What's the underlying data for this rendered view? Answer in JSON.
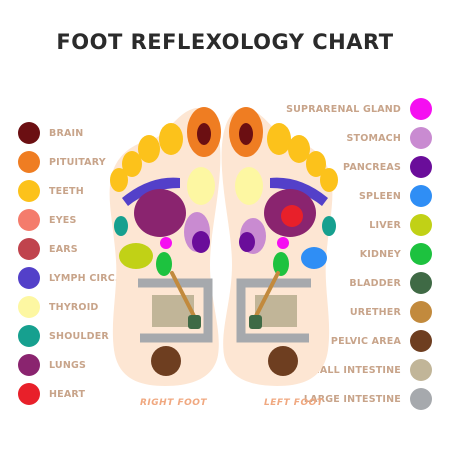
{
  "title": "FOOT REFLEXOLOGY CHART",
  "left_legend": [
    {
      "label": "BRAIN",
      "color": "#6b0f12"
    },
    {
      "label": "PITUITARY",
      "color": "#ef7d22"
    },
    {
      "label": "TEETH",
      "color": "#fcc21b"
    },
    {
      "label": "EYES",
      "color": "#f47c6c"
    },
    {
      "label": "EARS",
      "color": "#c0434d"
    },
    {
      "label": "LYMPH CIRC.",
      "color": "#5340c9"
    },
    {
      "label": "THYROID",
      "color": "#fdf7a2"
    },
    {
      "label": "SHOULDER",
      "color": "#16a08f"
    },
    {
      "label": "LUNGS",
      "color": "#8a246f"
    },
    {
      "label": "HEART",
      "color": "#e8202a"
    }
  ],
  "right_legend": [
    {
      "label": "SUPRARENAL GLAND",
      "color": "#f50ff1"
    },
    {
      "label": "STOMACH",
      "color": "#c98bd1"
    },
    {
      "label": "PANCREAS",
      "color": "#6a0d9a"
    },
    {
      "label": "SPLEEN",
      "color": "#2f8ef5"
    },
    {
      "label": "LIVER",
      "color": "#c1d116"
    },
    {
      "label": "KIDNEY",
      "color": "#1dc23f"
    },
    {
      "label": "BLADDER",
      "color": "#3f6a45"
    },
    {
      "label": "URETHER",
      "color": "#c28a3d"
    },
    {
      "label": "PELVIC AREA",
      "color": "#6e3e20"
    },
    {
      "label": "SMALL INTESTINE",
      "color": "#c1b598"
    },
    {
      "label": "LARGE INTESTINE",
      "color": "#a6a9ad"
    }
  ],
  "foot_labels": {
    "right": "RIGHT FOOT",
    "left": "LEFT FOOT"
  },
  "skin_color": "#fde6d3"
}
